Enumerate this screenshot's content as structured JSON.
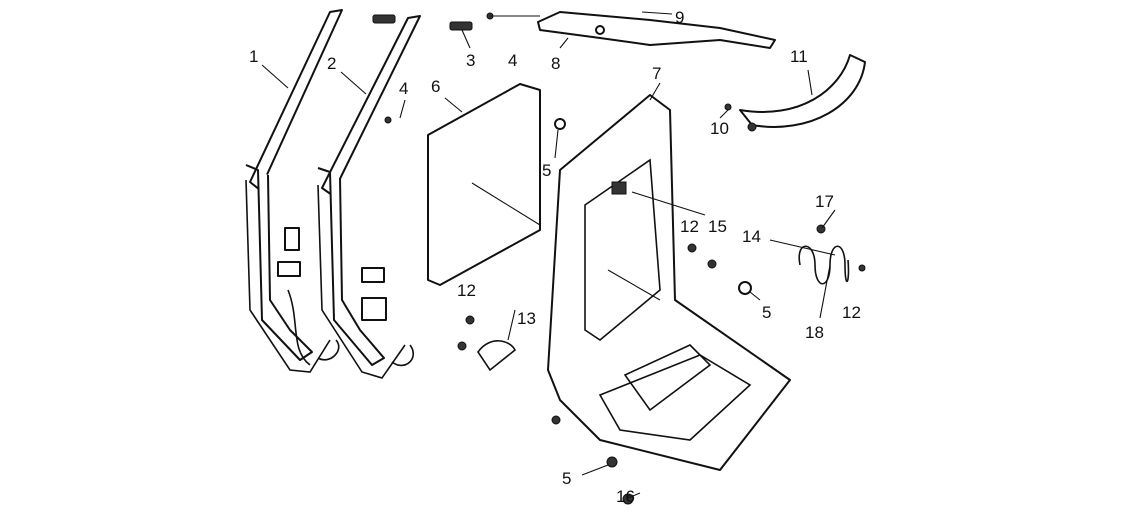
{
  "diagram": {
    "title": "Backpack frame exploded parts view",
    "callouts": [
      "1",
      "2",
      "3",
      "4",
      "4",
      "5",
      "5",
      "5",
      "6",
      "7",
      "8",
      "9",
      "10",
      "11",
      "12",
      "12",
      "12",
      "13",
      "14",
      "15",
      "16",
      "17",
      "18"
    ]
  }
}
